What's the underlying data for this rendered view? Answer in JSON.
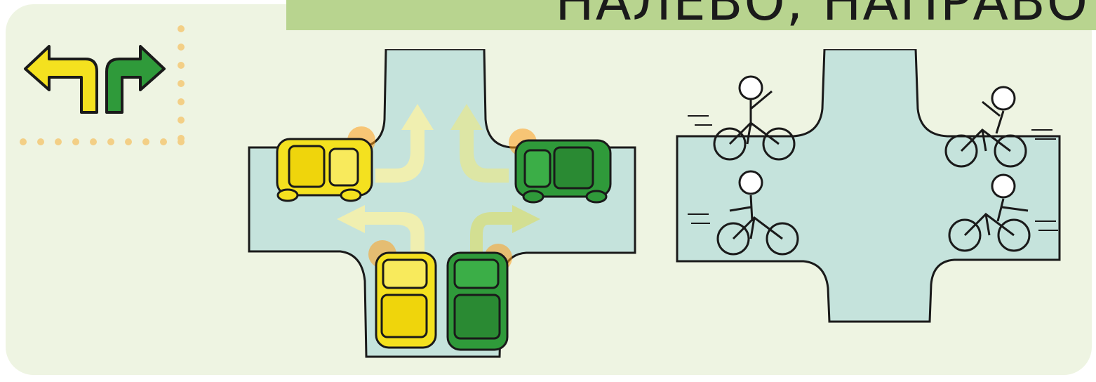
{
  "header": {
    "title": "НАЛЕВО, НАПРАВО"
  },
  "icons": {
    "turn_left": "turn-left-arrow-icon",
    "turn_right": "turn-right-arrow-icon"
  },
  "colors": {
    "panel_bg": "#eef4e2",
    "title_bar": "#b8d48f",
    "road": "#c5e3dc",
    "yellow_car": "#f4e11f",
    "green_car": "#2f9a3a",
    "indicator": "#ff9e1b"
  },
  "scenes": {
    "cars": "cars-turning-at-intersection",
    "bikes": "cyclists-signaling-at-intersection"
  }
}
